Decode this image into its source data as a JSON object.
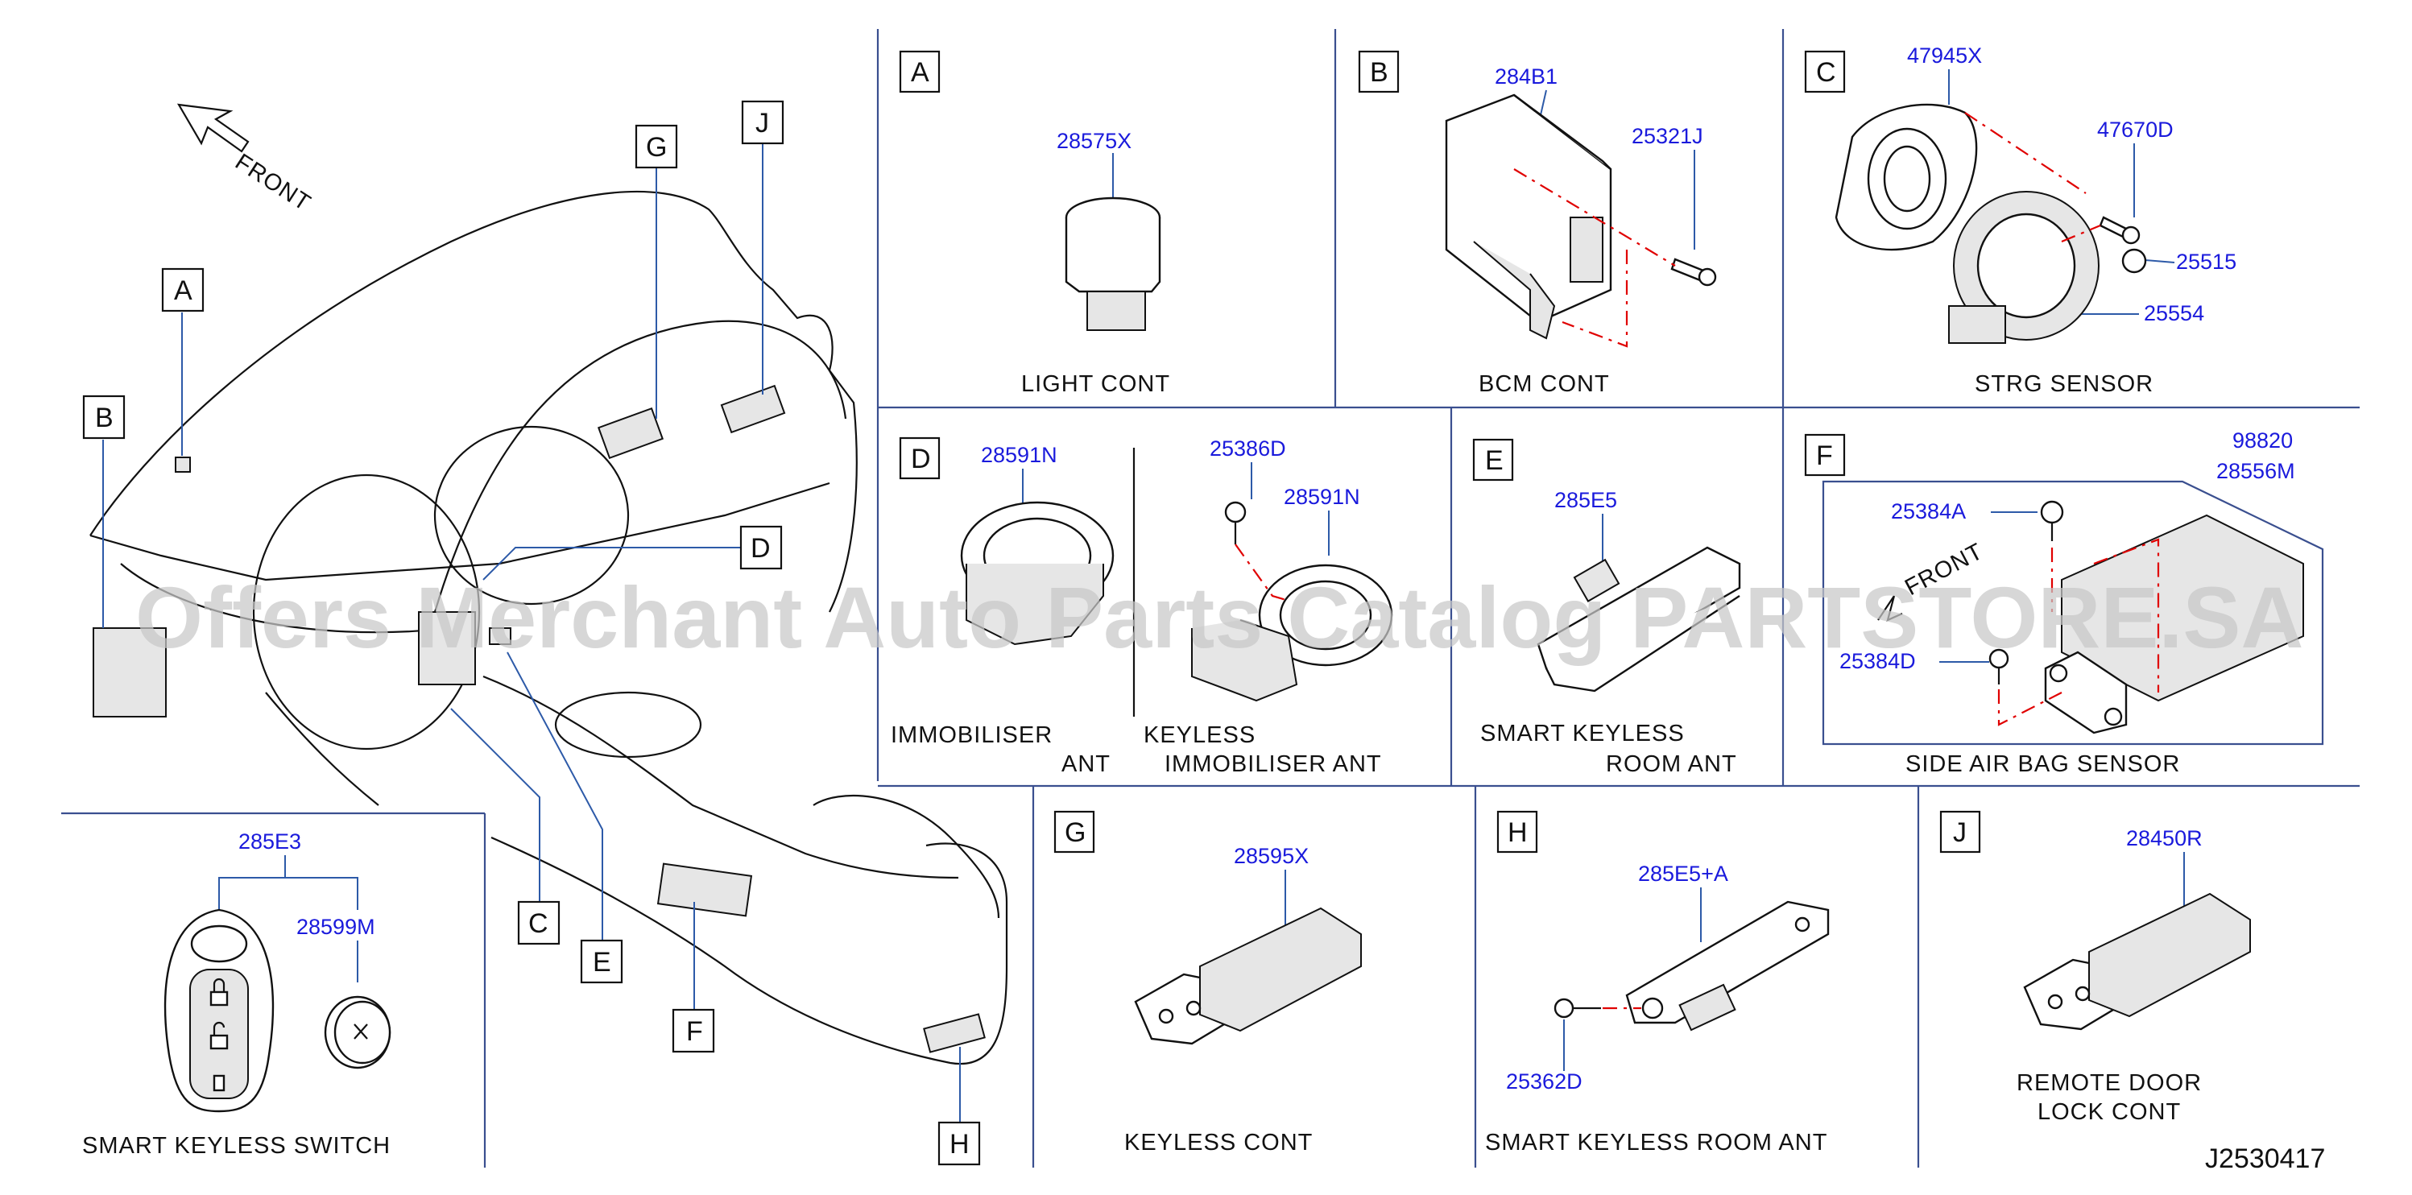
{
  "overview": {
    "front_label": "FRONT",
    "callouts": [
      "A",
      "B",
      "C",
      "D",
      "E",
      "F",
      "G",
      "H",
      "J"
    ]
  },
  "panels": {
    "A": {
      "letter": "A",
      "parts": [
        "28575X"
      ],
      "caption": "LIGHT   CONT"
    },
    "B": {
      "letter": "B",
      "parts": [
        "284B1",
        "25321J"
      ],
      "caption": "BCM   CONT"
    },
    "C": {
      "letter": "C",
      "parts": [
        "47945X",
        "47670D",
        "25515",
        "25554"
      ],
      "caption": "STRG   SENSOR"
    },
    "D": {
      "letter": "D",
      "parts": [
        "28591N",
        "25386D",
        "28591N"
      ],
      "caption_left_1": "IMMOBILISER",
      "caption_left_2": "ANT",
      "caption_right_1": "KEYLESS",
      "caption_right_2": "IMMOBILISER   ANT"
    },
    "E": {
      "letter": "E",
      "parts": [
        "285E5"
      ],
      "caption_1": "SMART    KEYLESS",
      "caption_2": "ROOM    ANT"
    },
    "F": {
      "letter": "F",
      "parts": [
        "98820",
        "28556M",
        "25384A",
        "25384D"
      ],
      "front_label": "FRONT",
      "caption": "SIDE    AIR    BAG    SENSOR"
    },
    "smart_key": {
      "parts": [
        "285E3",
        "28599M"
      ],
      "caption": "SMART    KEYLESS    SWITCH"
    },
    "G": {
      "letter": "G",
      "parts": [
        "28595X"
      ],
      "caption": "KEYLESS    CONT"
    },
    "H": {
      "letter": "H",
      "parts": [
        "285E5+A",
        "25362D"
      ],
      "caption": "SMART    KEYLESS    ROOM    ANT"
    },
    "J": {
      "letter": "J",
      "parts": [
        "28450R"
      ],
      "caption_1": "REMOTE    DOOR",
      "caption_2": "LOCK    CONT"
    }
  },
  "watermark": "Offers Merchant Auto Parts Catalog PARTSTORE.SA",
  "diagram_code": "J2530417",
  "colors": {
    "part_number": "#1a1adc",
    "leader": "#2d5aa8",
    "dash": "#e00000",
    "frame": "#3a4f8f"
  }
}
